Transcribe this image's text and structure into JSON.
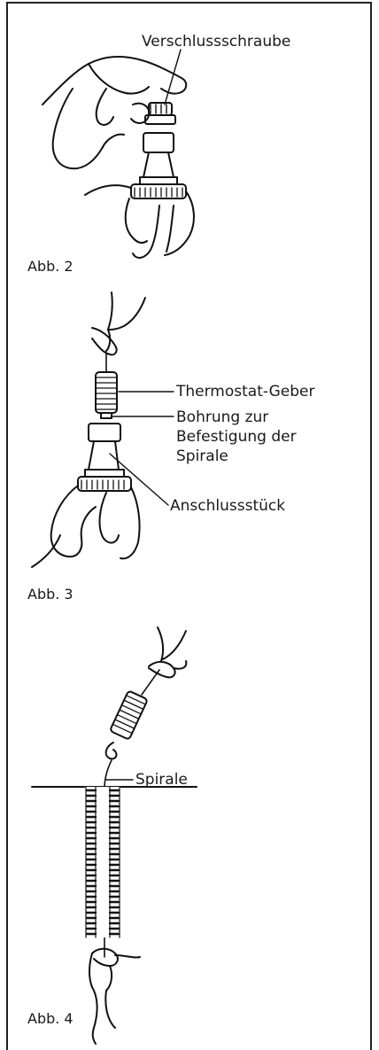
{
  "figure2": {
    "caption": "Abb. 2",
    "label_screw": "Verschlussschraube"
  },
  "figure3": {
    "caption": "Abb. 3",
    "label_sensor": "Thermostat-Geber",
    "label_bore_1": "Bohrung zur",
    "label_bore_2": "Befestigung der",
    "label_bore_3": "Spirale",
    "label_connector": "Anschlussstück"
  },
  "figure4": {
    "caption": "Abb. 4",
    "label_spiral": "Spirale"
  }
}
